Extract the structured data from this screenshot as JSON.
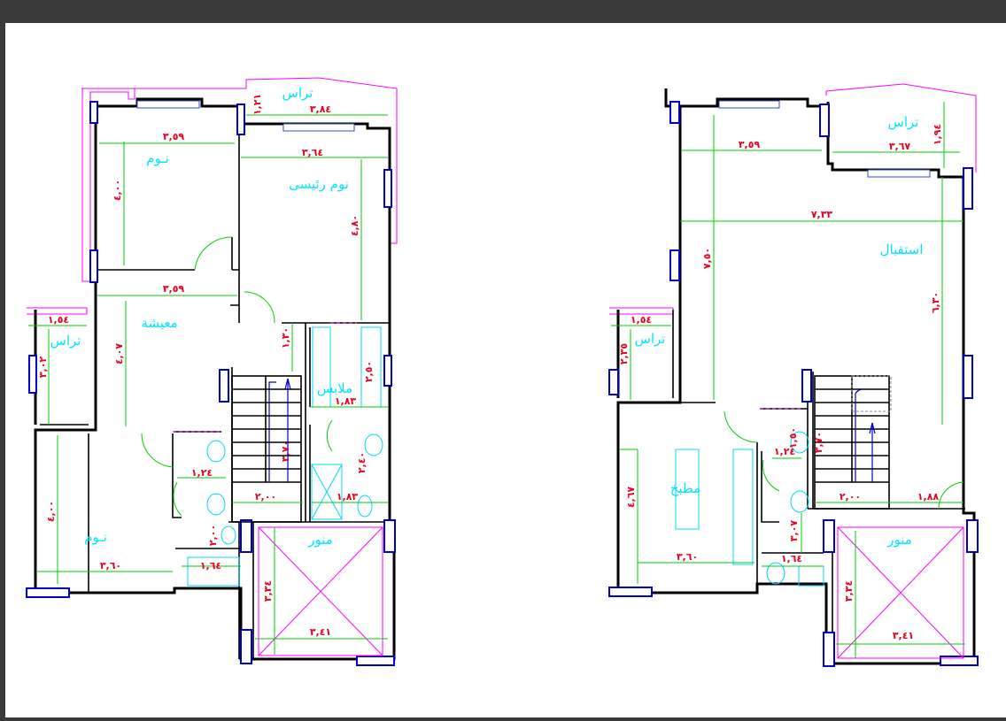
{
  "left_plan": {
    "rooms": {
      "terrace_top": "تراس",
      "bedroom_top": "نـوم",
      "master_bedroom": "نوم رئيسى",
      "living": "معيشة",
      "terrace_left": "تراس",
      "wardrobe": "ملابس",
      "bedroom_bottom": "نـوم",
      "lightwell": "منور"
    },
    "dims": {
      "d1": "١,٢١",
      "d2": "٣,٨٤",
      "d3": "٣,٥٩",
      "d4": "٣,٦٤",
      "d5": "٤,٠٠",
      "d6": "٤,٨٠",
      "d7": "٣,٥٩",
      "d8": "١,٥٤",
      "d9": "٣,٠٢",
      "d10": "٤,٠٧",
      "d11": "١,٣٠",
      "d12": "٢,٥٠",
      "d13": "١,٨٣",
      "d14": "١,٢٤",
      "d15": "٣,٧٠",
      "d16": "٢,٤٠",
      "d17": "٢,٠٠",
      "d18": "١,٨٣",
      "d19": "٤,٠٠",
      "d20": "٢,٠٠",
      "d21": "٣,٦٠",
      "d22": "١,٦٤",
      "d23": "٣,٣٤",
      "d24": "٣,٤١"
    }
  },
  "right_plan": {
    "rooms": {
      "terrace_top": "تراس",
      "reception": "استقبال",
      "terrace_left": "تراس",
      "kitchen": "مطبخ",
      "lightwell": "منور"
    },
    "dims": {
      "d1": "٣,٥٩",
      "d2": "١,٩٤",
      "d3": "٣,٦٧",
      "d4": "٧,٣٣",
      "d5": "٧,٥٠",
      "d6": "٦,٣٠",
      "d7": "١,٥٤",
      "d8": "٢,٣٥",
      "d9": "١,٥٠",
      "d10": "١,٢٤",
      "d11": "٣,٧٠",
      "d12": "٤,٦٧",
      "d13": "٢,٠٠",
      "d14": "١,٨٨",
      "d15": "٣,٠٧",
      "d16": "٣,٦٠",
      "d17": "١,٦٤",
      "d18": "٣,٣٤",
      "d19": "٣,٤١"
    }
  },
  "colors": {
    "background": "#3a3a3a",
    "sheet": "#ffffff",
    "room_label": "#00e5ff",
    "dimension_text": "#e8001c",
    "dimension_line": "#00cc00",
    "terrace_outline": "#ff00ff",
    "column": "#0000cc"
  }
}
